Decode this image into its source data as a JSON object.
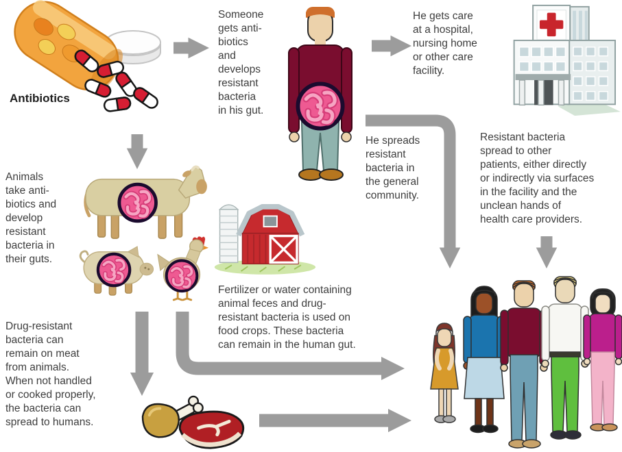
{
  "diagram": {
    "description": "How antibiotic resistance spreads infographic",
    "antibiotics_label": "Antibiotics",
    "texts": {
      "person": "Someone\ngets anti-\nbiotics\nand\ndevelops\nresistant\nbacteria\nin his gut.",
      "hospital_care": "He gets care\nat a hospital,\nnursing home\nor other care\nfacility.",
      "animals": "Animals\ntake anti-\nbiotics and\ndevelop\nresistant\nbacteria in\ntheir guts.",
      "community": "He spreads\nresistant\nbacteria in\nthe general\ncommunity.",
      "patients": "Resistant bacteria\nspread to other\npatients, either directly\nor indirectly via surfaces\nin the facility and the\nunclean hands of\nhealth care providers.",
      "meat": "Drug-resistant\nbacteria can\nremain on meat\nfrom animals.\nWhen not handled\nor cooked properly,\nthe bacteria can\nspread to humans.",
      "crops": "Fertilizer or water containing\nanimal feces and drug-\nresistant bacteria is used on\nfood crops. These bacteria\ncan remain in the human gut."
    },
    "icons": [
      "pill-bottle-icon",
      "capsule-icon",
      "person-icon",
      "gut-bacteria-icon",
      "hospital-icon",
      "red-cross-icon",
      "cow-icon",
      "pig-icon",
      "chicken-icon",
      "barn-icon",
      "silo-icon",
      "drumstick-icon",
      "steak-icon",
      "people-group-icon",
      "arrow-right-icon",
      "arrow-down-icon",
      "arrow-elbow-icon"
    ],
    "colors": {
      "background": "#ffffff",
      "text": "#3d3d3d",
      "arrow_gray": "#9c9c9c",
      "bottle_orange": "#f2a43e",
      "capsule_red": "#d61e33",
      "sweater_maroon": "#7a0d2f",
      "pants_teal": "#8fb3ae",
      "bacteria_pink": "#ee5a92",
      "bacteria_ring": "#1b0b2e",
      "animal_tan": "#d9cfa2",
      "barn_red": "#c62a2e",
      "roof_gray": "#b9c6cb",
      "grass_green": "#cfe6a8",
      "hospital_cross": "#c8252c",
      "drumstick_gold": "#c8a040",
      "steak_red": "#b01f24",
      "girl_dress": "#d79a2b",
      "woman_top_blue": "#1b74ae",
      "woman_skirt": "#bdd8e6",
      "jeans_blue": "#6fa0b4",
      "man_pants_green": "#5fbf3e",
      "woman_top_magenta": "#bb1f8c",
      "woman_pants_pink": "#f3b3c9"
    }
  }
}
